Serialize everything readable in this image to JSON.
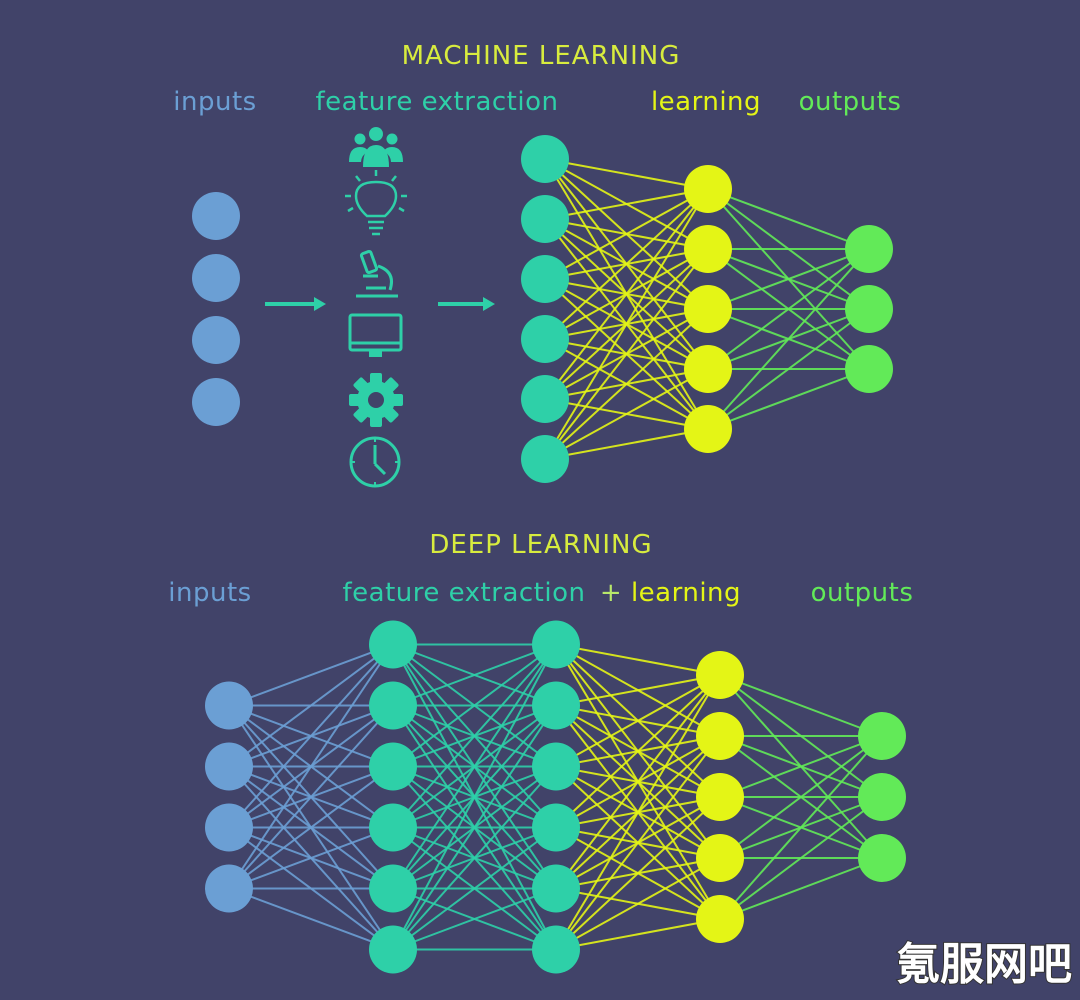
{
  "colors": {
    "background": "#414369",
    "input_blue": "#6b9fd4",
    "teal": "#2ed0a8",
    "yellow": "#e4f516",
    "green": "#62ea58",
    "title_yellow": "#d8ec3e"
  },
  "machine_learning": {
    "title": "MACHINE LEARNING",
    "labels": {
      "inputs": "inputs",
      "feature_extraction": "feature extraction",
      "learning": "learning",
      "outputs": "outputs"
    },
    "feature_icons": [
      "people-icon",
      "lightbulb-icon",
      "microscope-icon",
      "monitor-icon",
      "gear-icon",
      "clock-icon"
    ],
    "layers": [
      {
        "name": "input-layer",
        "count": 4,
        "color": "input_blue"
      },
      {
        "name": "feature-layer",
        "count": 6,
        "color": "teal"
      },
      {
        "name": "learning-layer",
        "count": 5,
        "color": "yellow"
      },
      {
        "name": "output-layer",
        "count": 3,
        "color": "green"
      }
    ]
  },
  "deep_learning": {
    "title": "DEEP LEARNING",
    "labels": {
      "inputs": "inputs",
      "feature_extraction": "feature extraction",
      "plus": "+",
      "learning": "learning",
      "outputs": "outputs"
    },
    "layers": [
      {
        "name": "input-layer",
        "count": 4,
        "color": "input_blue"
      },
      {
        "name": "hidden-layer-1",
        "count": 6,
        "color": "teal"
      },
      {
        "name": "hidden-layer-2",
        "count": 6,
        "color": "teal"
      },
      {
        "name": "hidden-layer-3",
        "count": 5,
        "color": "yellow"
      },
      {
        "name": "output-layer",
        "count": 3,
        "color": "green"
      }
    ]
  },
  "watermark": {
    "text": "氪服网吧"
  }
}
